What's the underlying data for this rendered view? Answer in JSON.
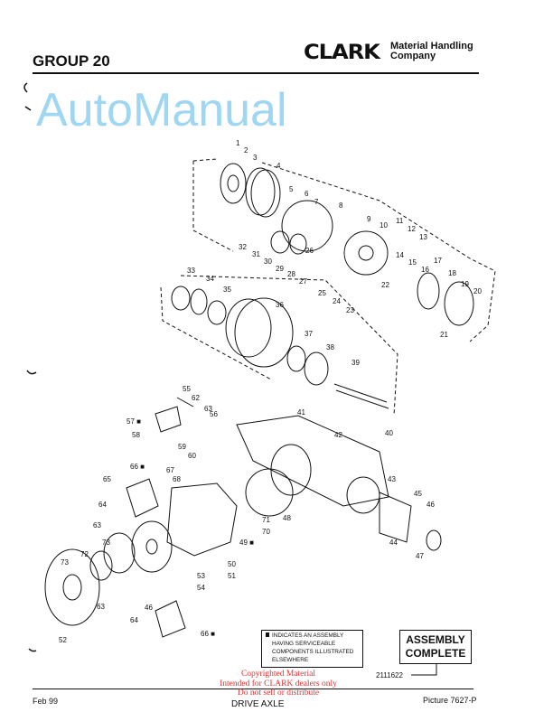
{
  "header": {
    "group": "GROUP 20",
    "logo": "CLARK",
    "logo_sub_1": "Material Handling",
    "logo_sub_2": "Company"
  },
  "diagram": {
    "part_labels": [
      "1",
      "2",
      "3",
      "4",
      "5",
      "6",
      "7",
      "8",
      "9",
      "10",
      "11",
      "12",
      "13",
      "14",
      "15",
      "16",
      "17",
      "18",
      "19",
      "20",
      "21",
      "22",
      "23",
      "24",
      "25",
      "26",
      "27",
      "28",
      "29",
      "30",
      "31",
      "32",
      "33",
      "34",
      "35",
      "36",
      "37",
      "38",
      "39",
      "40",
      "41",
      "42",
      "43",
      "44",
      "45",
      "46",
      "47",
      "48",
      "49 ■",
      "50",
      "51",
      "52",
      "53",
      "54",
      "55",
      "56",
      "57 ■",
      "58",
      "59",
      "60",
      "62",
      "63",
      "63",
      "63",
      "64",
      "64",
      "65",
      "66 ■",
      "66 ■",
      "67",
      "68",
      "70",
      "71",
      "72",
      "73",
      "73",
      "46"
    ]
  },
  "legend": {
    "line1": "INDICATES AN ASSEMBLY",
    "line2": "HAVING SERVICEABLE",
    "line3": "COMPONENTS ILLUSTRATED",
    "line4": "ELSEWHERE"
  },
  "assembly": {
    "line1": "ASSEMBLY",
    "line2": "COMPLETE",
    "part_number": "2111622"
  },
  "copyright": {
    "line1": "Copyrighted Material",
    "line2": "Intended for CLARK dealers only",
    "line3": "Do not sell or distribute"
  },
  "watermark": "AutoManual",
  "footer": {
    "date": "Feb 99",
    "title": "DRIVE AXLE",
    "picture": "Picture 7627-P"
  }
}
